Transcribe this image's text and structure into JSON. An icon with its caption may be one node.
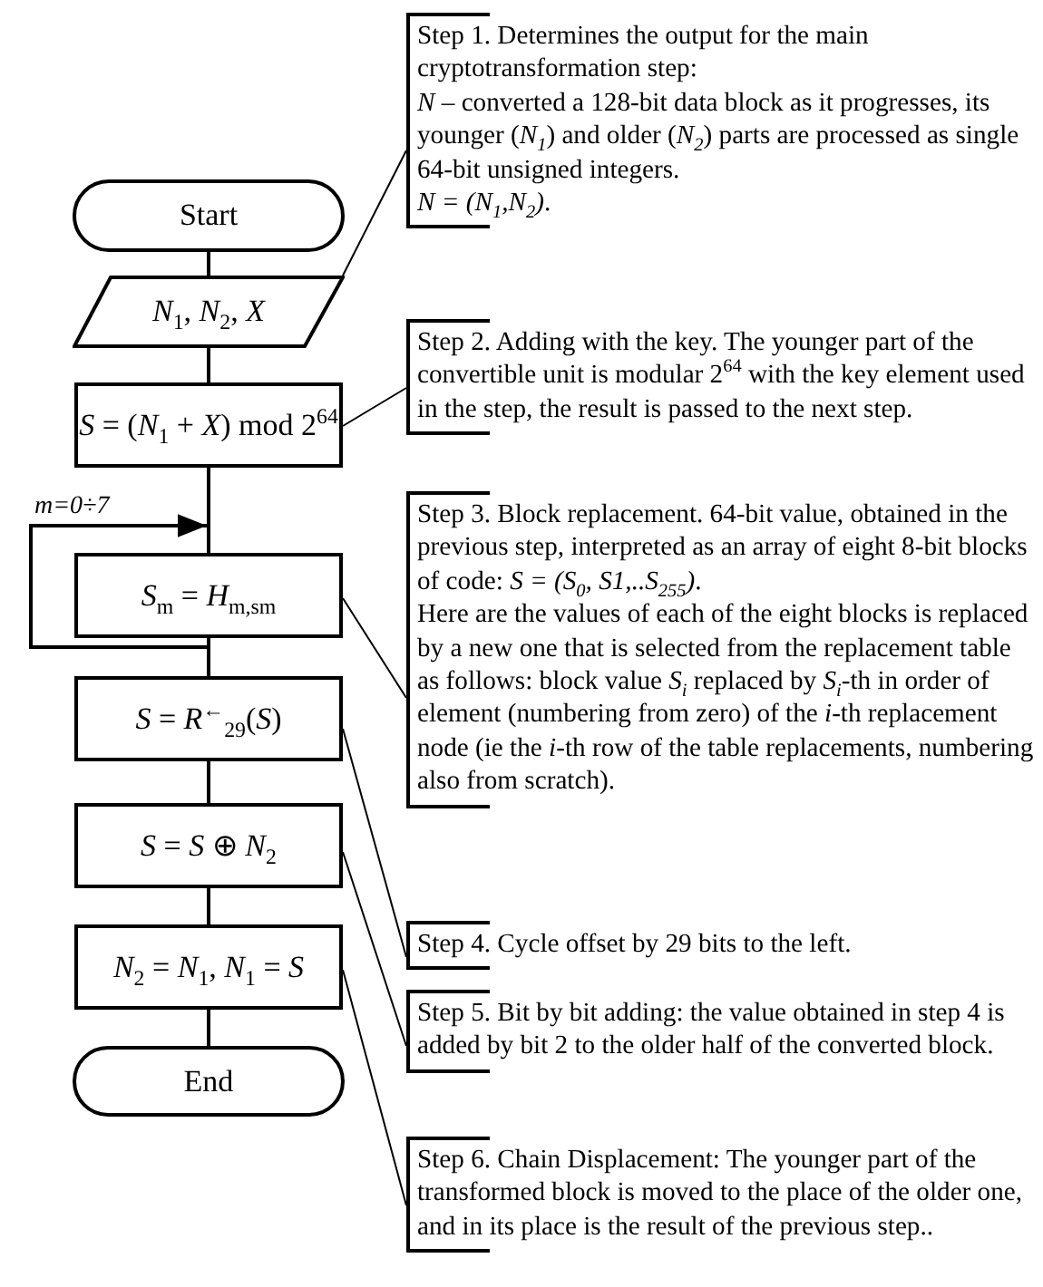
{
  "diagram": {
    "nodes": [
      {
        "text": [
          "Start"
        ]
      },
      {
        "text": [
          "*N*$_{1}$, *N*$_{2}$, *X*"
        ]
      },
      {
        "text": [
          "*S* = (*N*$_{1}$ + *X*) mod 2$^{64}$"
        ]
      },
      {
        "text": [
          "*S*$_{m}$ = *H*$_{m,sm}$"
        ]
      },
      {
        "text": [
          "*S* = *R*$^{←}$$_{29}$(*S*)"
        ]
      },
      {
        "text": [
          "*S* = *S* ⊕ *N*$_{2}$"
        ]
      },
      {
        "text": [
          "*N*$_{2}$ = *N*$_{1}$, *N*$_{1}$ = *S*"
        ]
      },
      {
        "text": [
          "End"
        ]
      },
      {
        "text": [
          "Step 1. Determines the output for the main cryptotransformation step:",
          "*N* – converted a 128-bit data block as it progresses, its younger (*N$_{1}$*) and older (*N$_{2}$*) parts are processed as single 64-bit unsigned integers.",
          "*N = (N$_{1}$,N$_{2}$)*."
        ]
      },
      {
        "text": [
          "Step 2. Adding with the key. The younger part of the convertible unit is modular 2$^{64}$ with the key element used in the step, the result is passed to the next step."
        ]
      },
      {
        "text": [
          "Step 3. Block replacement. 64-bit value, obtained in the previous step, interpreted as an array of eight 8-bit blocks of code: *S = (S$_{0}$, S1,..S$_{255}$)*.",
          "Here are the values of each of the eight blocks is replaced by a new one that is selected from the replacement table as follows: block value *S$_{i}$* replaced by *S$_{i}$*-th in order of element (numbering from zero) of the *i*-th replacement node (ie the *i*-th row of the table replacements, numbering also from scratch)."
        ]
      },
      {
        "text": [
          "Step 4. Cycle offset by 29 bits to the left."
        ]
      },
      {
        "text": [
          "Step 5. Bit by bit adding: the value obtained in step 4 is added by bit 2 to the older half of the converted block."
        ]
      },
      {
        "text": [
          "Step 6. Chain Displacement: The younger part of the transformed block is moved to the place of the older one, and in its place is the result of the previous step.."
        ]
      }
    ],
    "edges": [
      {
        "from": 0,
        "to": 1,
        "arrow": "none"
      },
      {
        "from": 1,
        "to": 2,
        "arrow": "none"
      },
      {
        "from": 2,
        "to": 3,
        "arrow": "none"
      },
      {
        "from": 3,
        "to": 3,
        "arrow": "to",
        "label": "m=0÷7"
      },
      {
        "from": 3,
        "to": 4,
        "arrow": "none"
      },
      {
        "from": 4,
        "to": 5,
        "arrow": "none"
      },
      {
        "from": 5,
        "to": 6,
        "arrow": "none"
      },
      {
        "from": 6,
        "to": 7,
        "arrow": "none"
      },
      {
        "from": 8,
        "to": 1,
        "arrow": "none"
      },
      {
        "from": 9,
        "to": 2,
        "arrow": "none"
      },
      {
        "from": 10,
        "to": 3,
        "arrow": "none"
      },
      {
        "from": 11,
        "to": 4,
        "arrow": "none"
      },
      {
        "from": 12,
        "to": 5,
        "arrow": "none"
      },
      {
        "from": 13,
        "to": 6,
        "arrow": "none"
      }
    ]
  }
}
